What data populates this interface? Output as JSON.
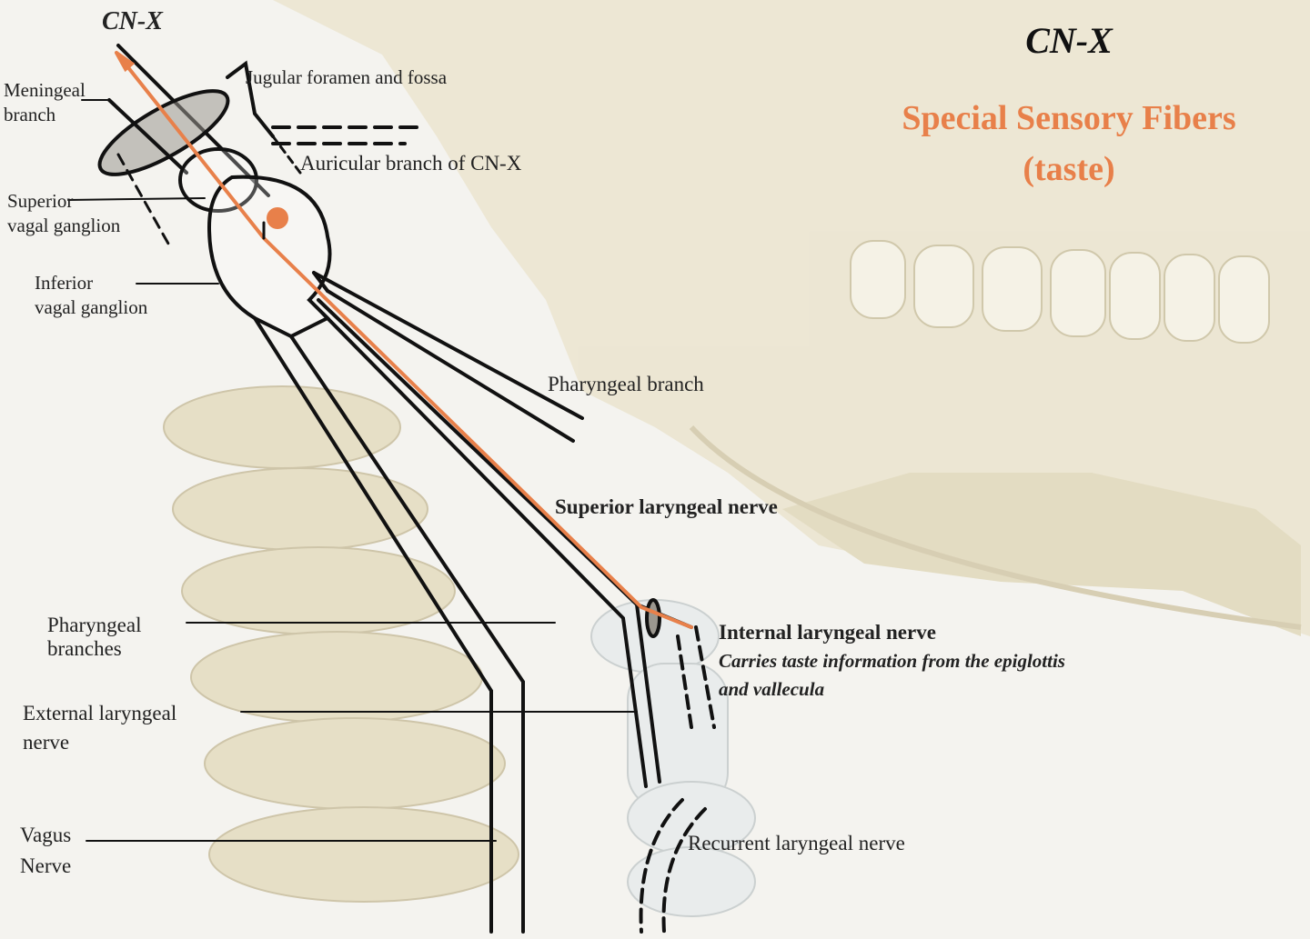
{
  "header": {
    "cn_top_left": "CN-X",
    "cn_title": "CN-X",
    "subtitle_line1": "Special Sensory Fibers",
    "subtitle_line2": "(taste)"
  },
  "labels": {
    "meningeal_1": "Meningeal",
    "meningeal_2": "branch",
    "jugular": "Jugular foramen and fossa",
    "auricular": "Auricular branch of CN-X",
    "superior_vg_1": "Superior",
    "superior_vg_2": "vagal ganglion",
    "inferior_vg_1": "Inferior",
    "inferior_vg_2": "vagal ganglion",
    "pharyngeal_branch": "Pharyngeal branch",
    "superior_laryngeal": "Superior laryngeal nerve",
    "pharyngeal_branches_1": "Pharyngeal",
    "pharyngeal_branches_2": "branches",
    "internal_laryngeal": "Internal laryngeal nerve",
    "internal_desc_1": "Carries taste information from the epiglottis",
    "internal_desc_2": "and vallecula",
    "external_laryngeal_1": "External laryngeal",
    "external_laryngeal_2": "nerve",
    "vagus_1": "Vagus",
    "vagus_2": "Nerve",
    "recurrent": "Recurrent laryngeal nerve"
  },
  "colors": {
    "taste_pathway": "#e8804a",
    "nerve_outline": "#111111",
    "bone": "#ece6d2",
    "background": "#f4f3ef"
  }
}
